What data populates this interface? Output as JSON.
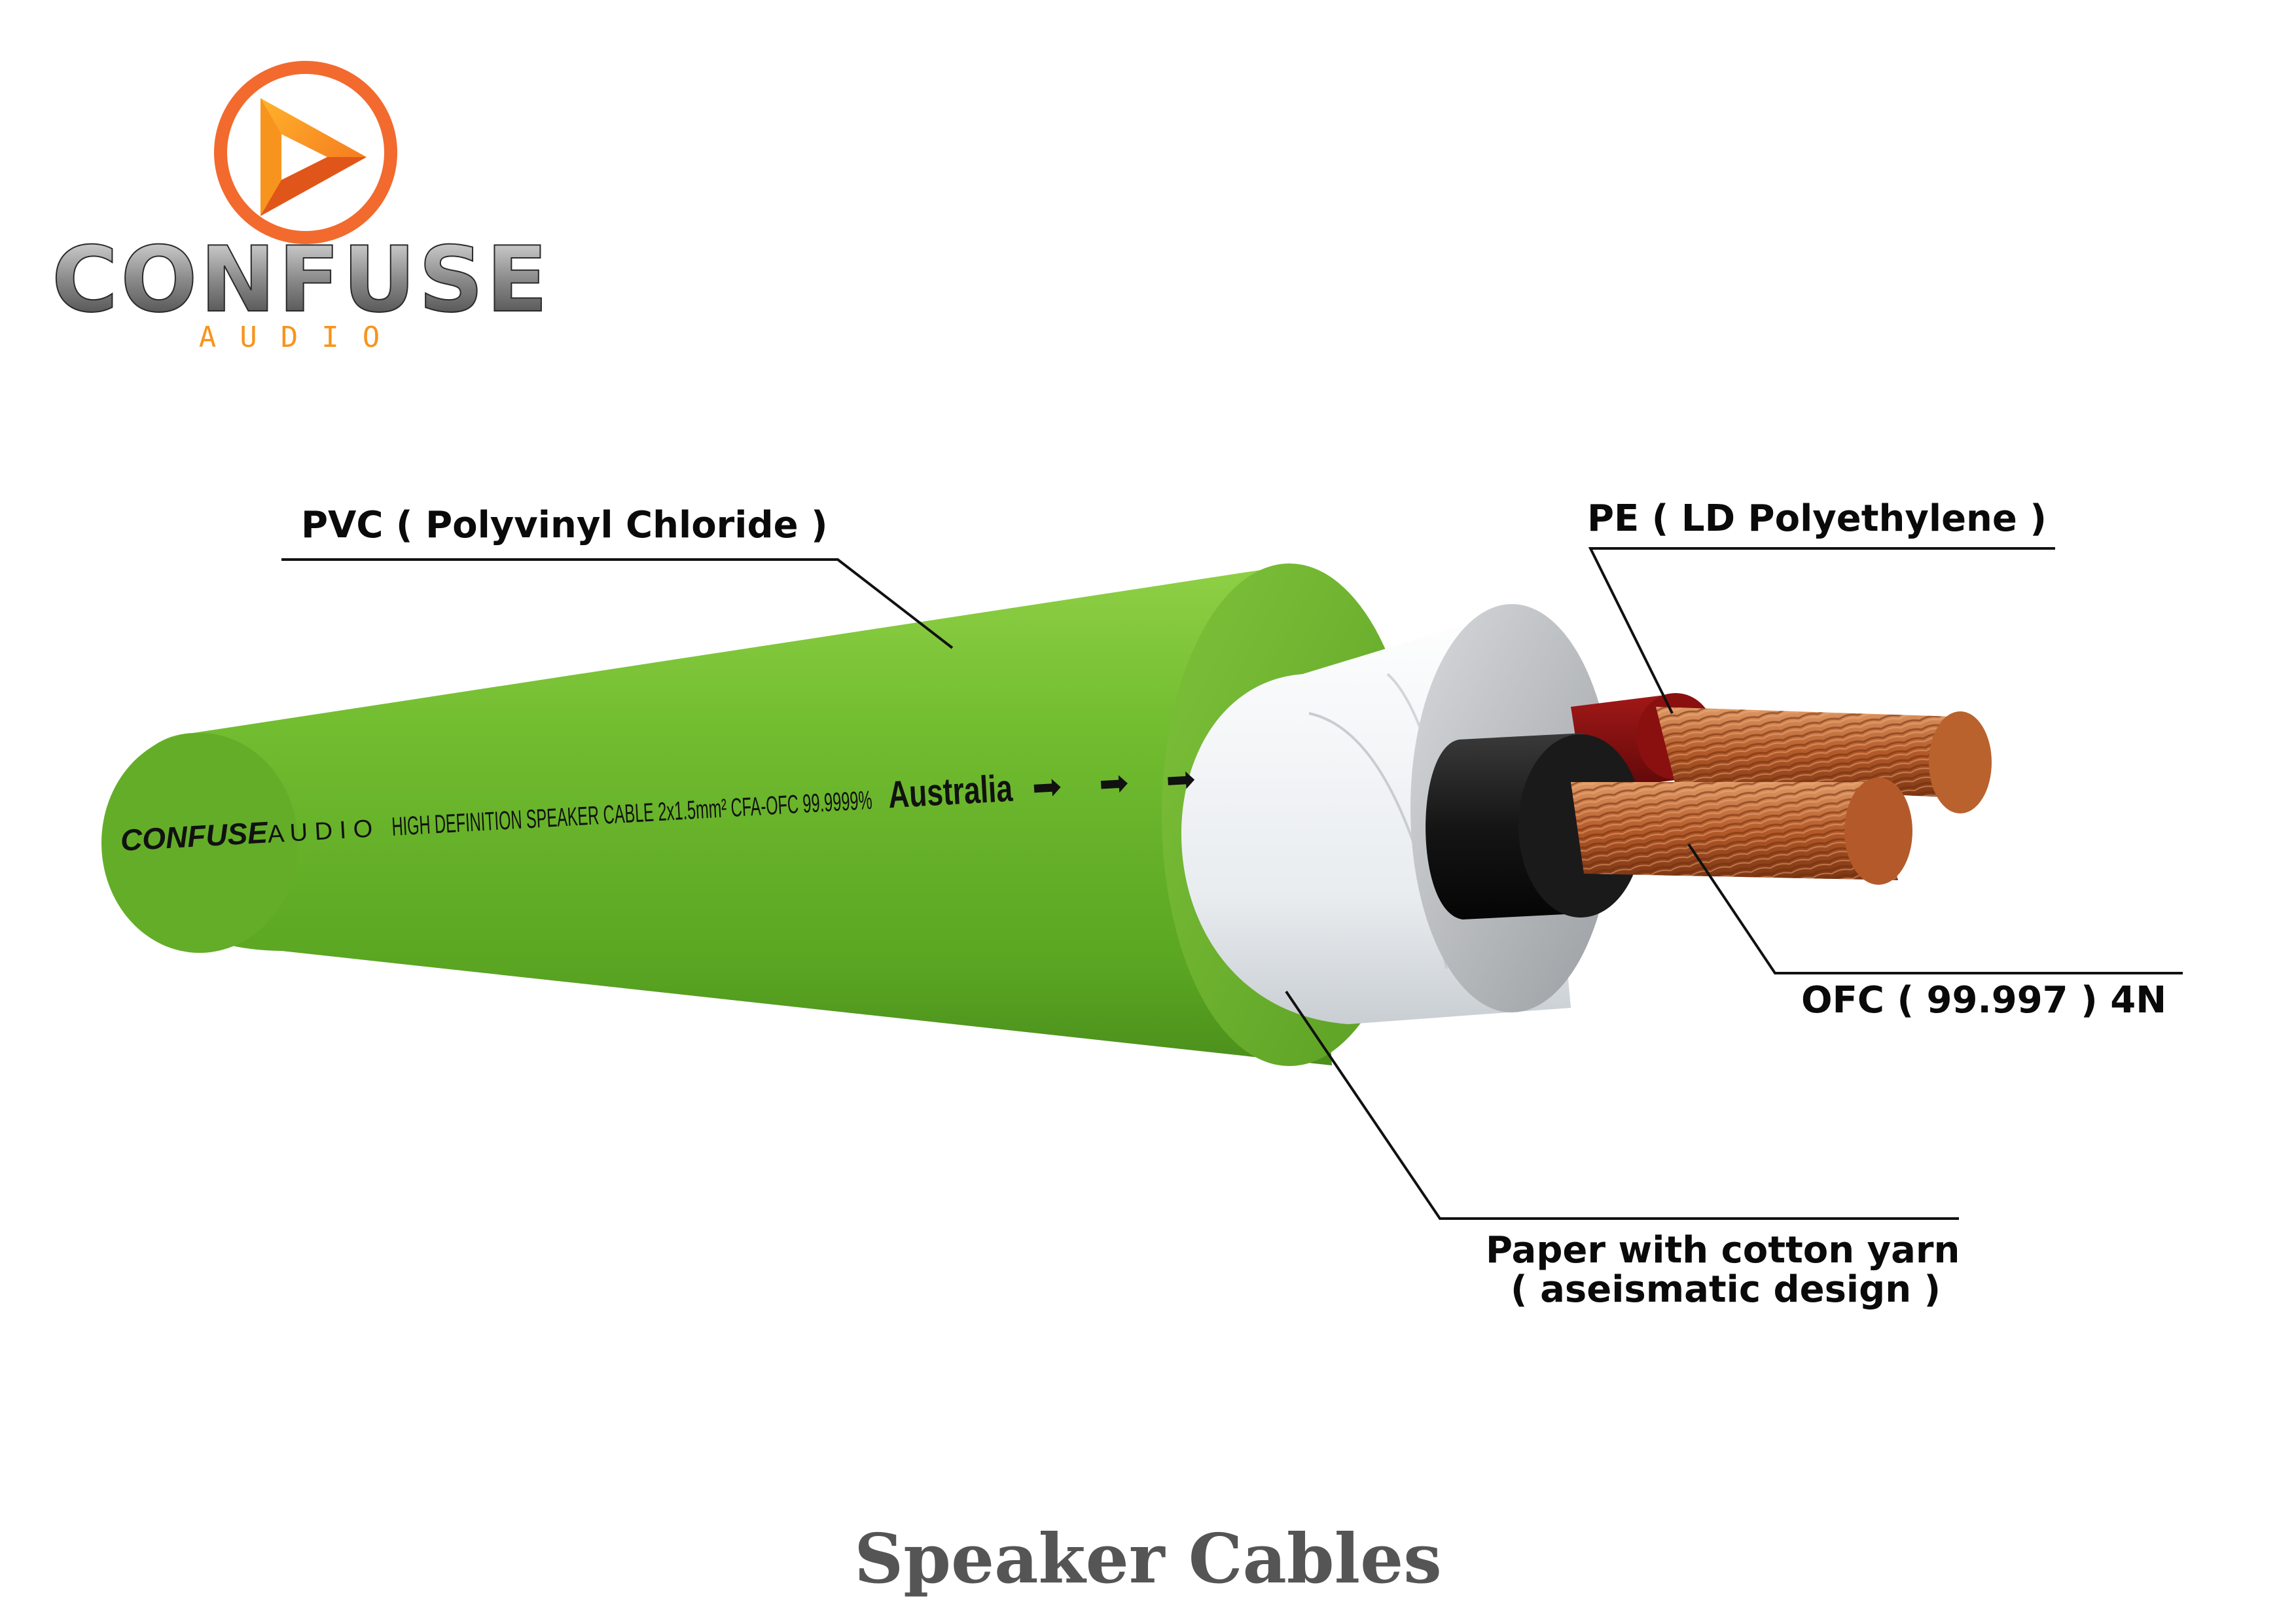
{
  "logo": {
    "wordmark": "CONFUSE",
    "subtext": "AUDIO",
    "ring_color": "#f26a2e",
    "triangle_color": "#f7941d"
  },
  "cable": {
    "jacket_color": "#6fba2c",
    "print_brand": "CONFUSE",
    "print_audio": "A U D I O",
    "print_spec": "HIGH DEFINITION  SPEAKER CABLE 2x1.5mm² CFA-OFC  99.9999%",
    "print_origin": "Australia",
    "print_arrows": "➡ ➡ ➡"
  },
  "labels": {
    "pvc": "PVC ( Polyvinyl Chloride )",
    "pe": "PE ( LD Polyethylene )",
    "ofc": "OFC ( 99.997 ) 4N",
    "paper_line1": "Paper with cotton yarn",
    "paper_line2": "( aseismatic design )"
  },
  "title": "Speaker Cables"
}
